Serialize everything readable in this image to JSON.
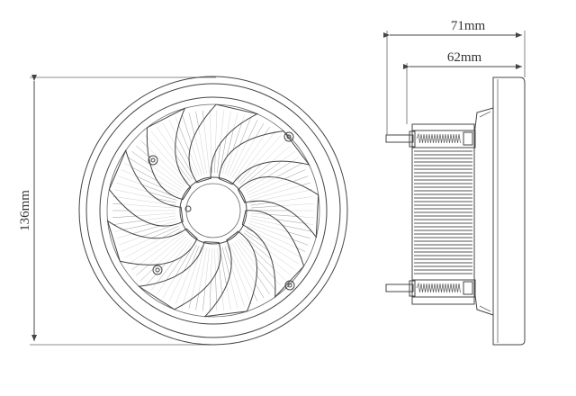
{
  "dimensions": {
    "height_label": "136mm",
    "total_depth_label": "71mm",
    "heatsink_depth_label": "62mm"
  },
  "views": {
    "front": "fan-front-view",
    "side": "heatsink-side-view"
  }
}
